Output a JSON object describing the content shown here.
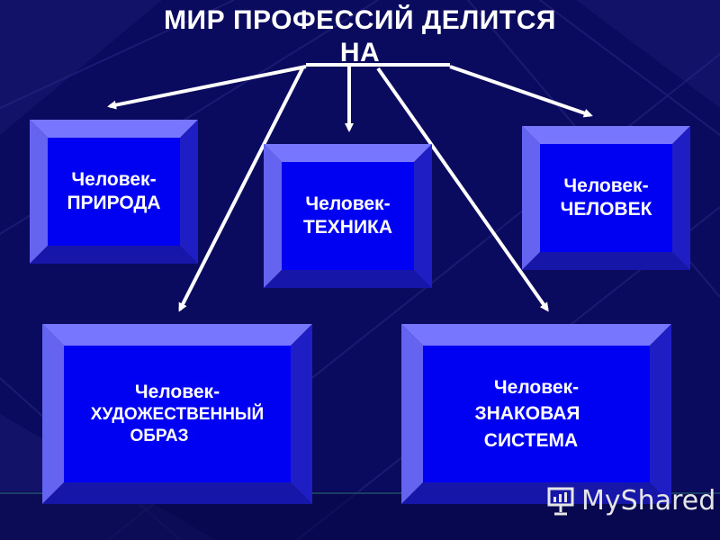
{
  "title": {
    "line1": "МИР ПРОФЕССИЙ ДЕЛИТСЯ",
    "line2": "НА"
  },
  "boxes": {
    "nature": {
      "line1": "Человек-",
      "line2": "ПРИРОДА"
    },
    "tech": {
      "line1": "Человек-",
      "line2": "ТЕХНИКА"
    },
    "human": {
      "line1": "Человек-",
      "line2": "ЧЕЛОВЕК"
    },
    "art": {
      "line1": "Человек-",
      "line2": "ХУДОЖЕСТВЕННЫЙ",
      "line3": "ОБРАЗ"
    },
    "sign": {
      "line1": "Человек-",
      "line2": "ЗНАКОВАЯ",
      "line3": "СИСТЕМА"
    }
  },
  "watermark": {
    "text": "MyShared"
  },
  "colors": {
    "background": "#0a0a5a",
    "box_face": "#0000f0",
    "box_light": "#6a6aff",
    "box_dark": "#1c1cb8",
    "arrow": "#ffffff"
  }
}
